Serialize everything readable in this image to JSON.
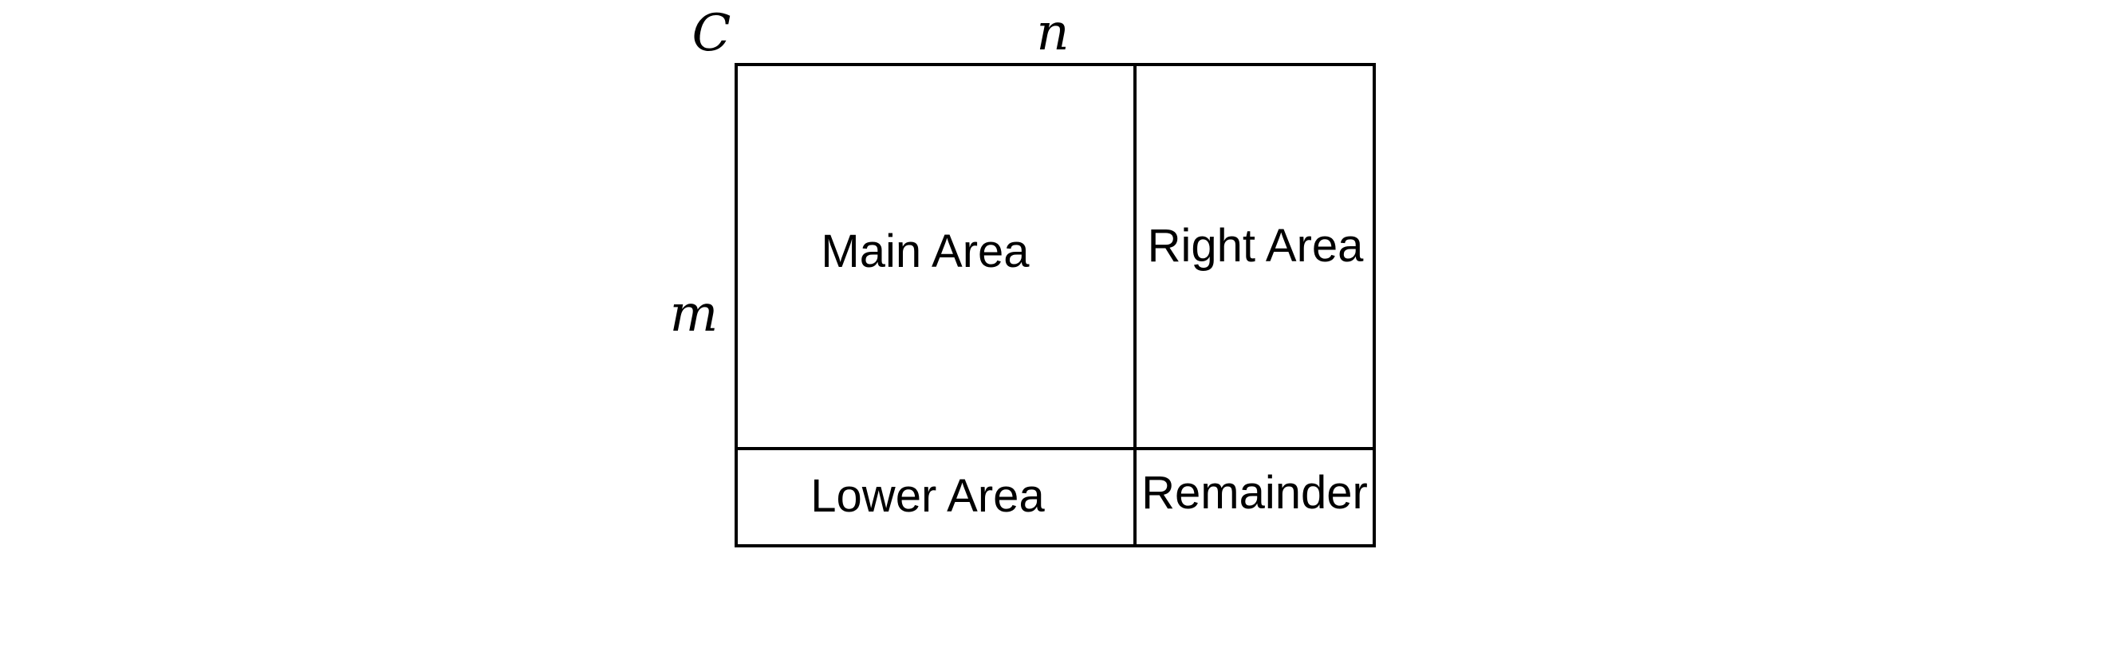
{
  "diagram": {
    "corner_label": "C",
    "column_label": "n",
    "row_label": "m",
    "regions": {
      "main": "Main Area",
      "right": "Right Area",
      "lower": "Lower Area",
      "remainder": "Remainder"
    }
  }
}
